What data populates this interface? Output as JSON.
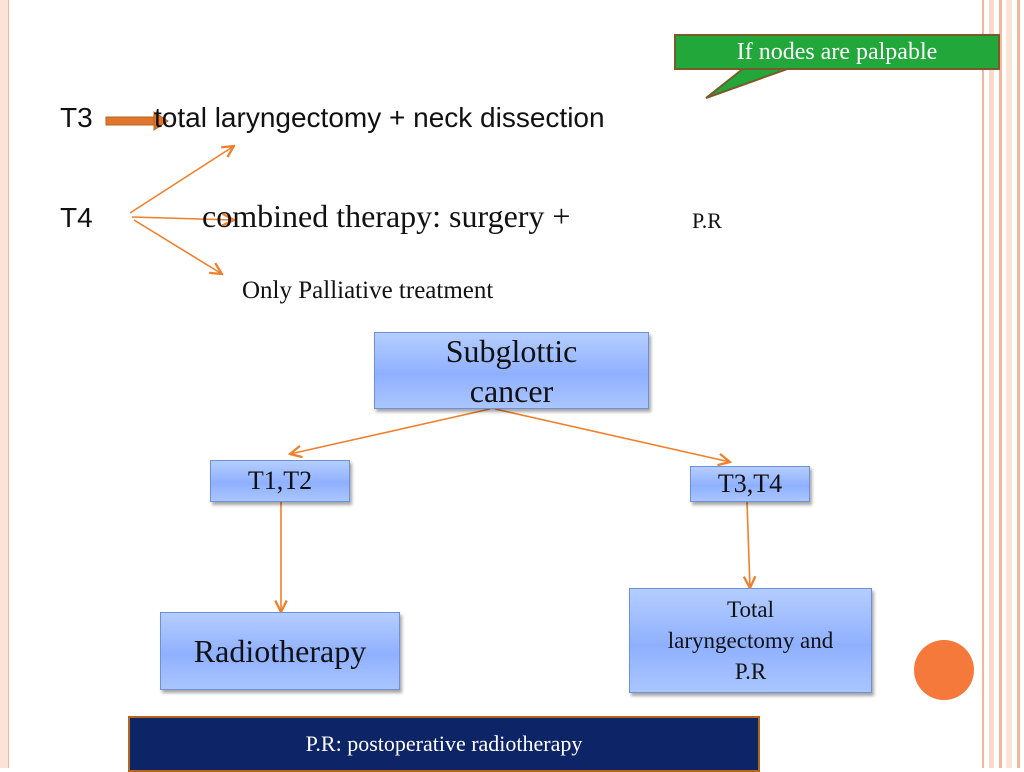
{
  "callout": {
    "text": "If nodes  are palpable"
  },
  "supraglottic": {
    "t3_label": "T3",
    "t3_text": "total laryngectomy + neck dissection",
    "t4_label": "T4",
    "t4_text": "combined therapy: surgery +",
    "t4_suffix": "P.R",
    "t4_alt": "Only Palliative treatment"
  },
  "flowchart": {
    "root": {
      "line1": "Subglottic",
      "line2": "cancer"
    },
    "left_stage": "T1,T2",
    "right_stage": "T3,T4",
    "left_treatment": "Radiotherapy",
    "right_treatment": {
      "line1": "Total",
      "line2": "laryngectomy and",
      "line3": "P.R"
    }
  },
  "legend": {
    "text": "P.R: postoperative radiotherapy"
  },
  "colors": {
    "arrow": "#f07f2c",
    "box_fill": "#9dbbff",
    "callout": "#22a83a",
    "legend_bg": "#0d2466",
    "accent_dot": "#f5793a"
  }
}
